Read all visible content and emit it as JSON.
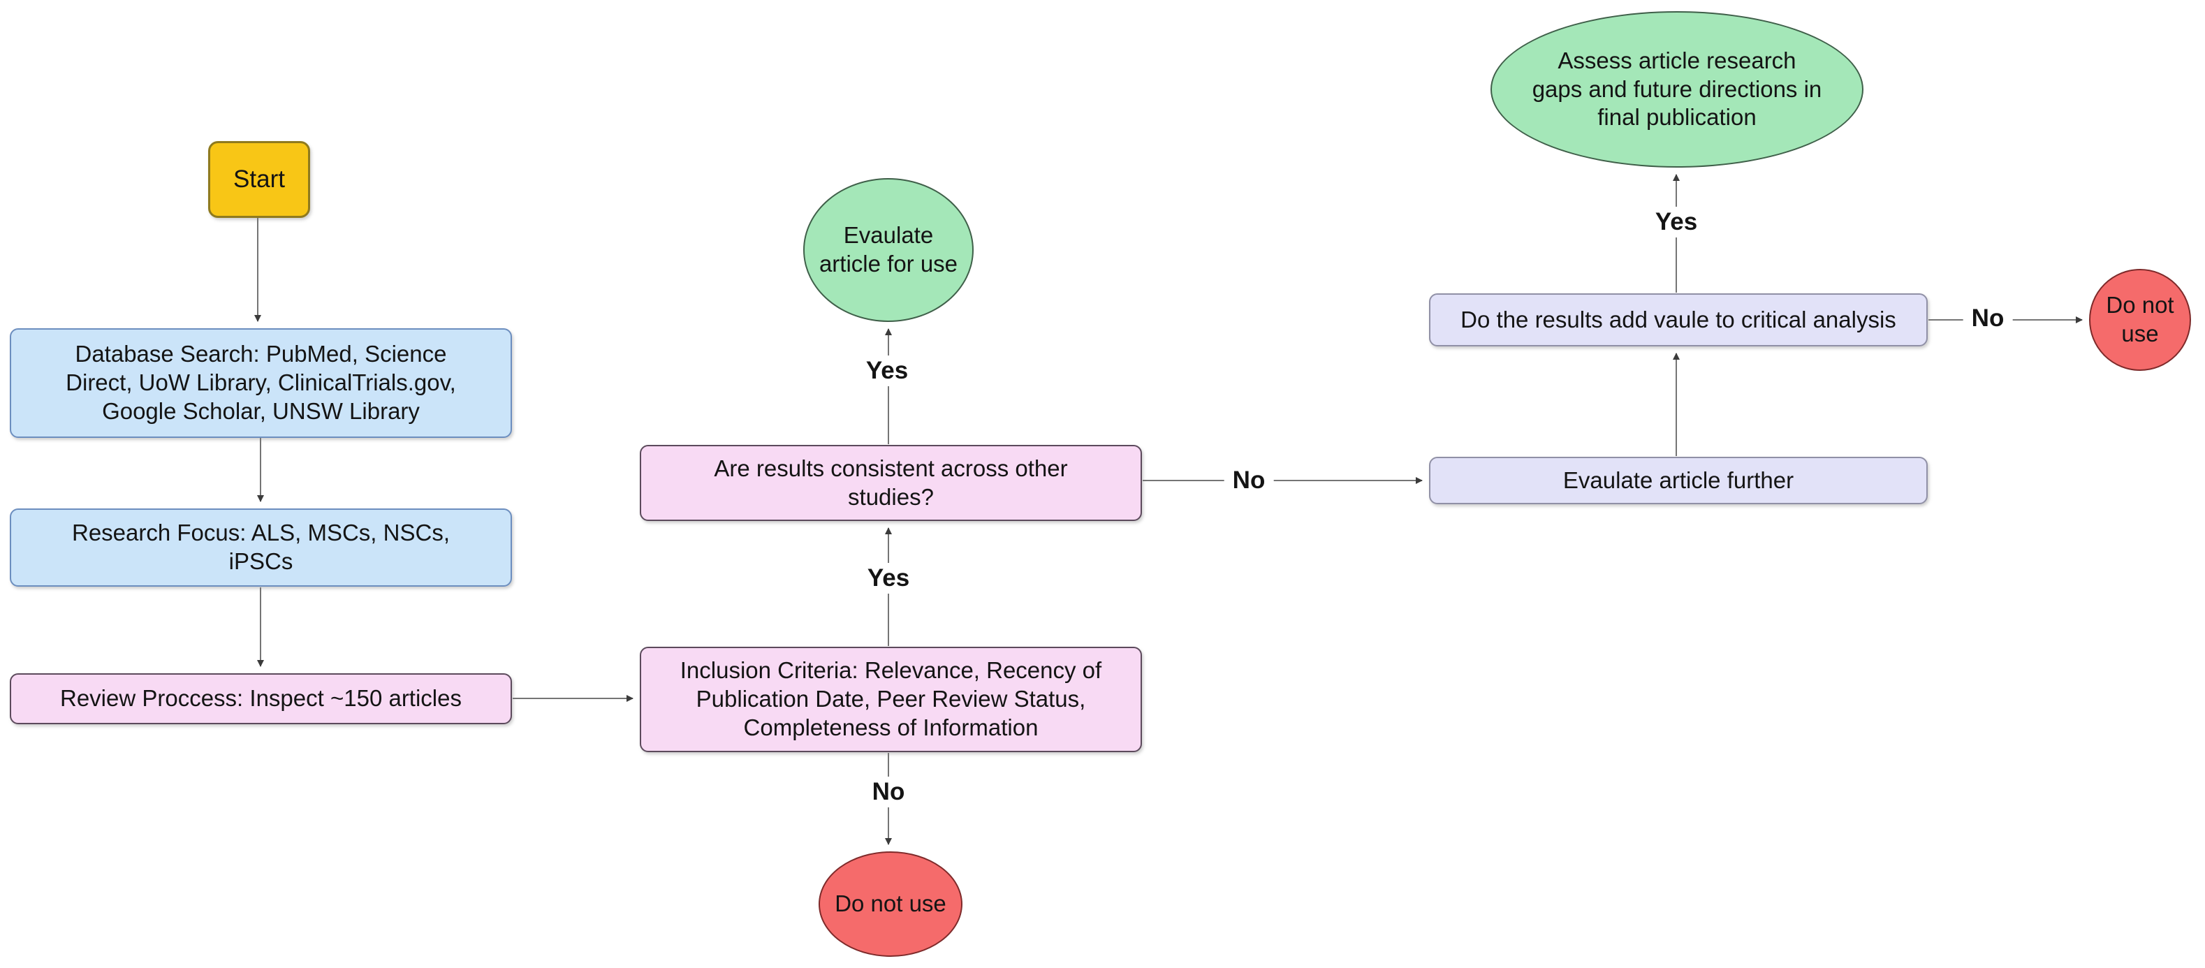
{
  "palette": {
    "start_fill": "#F8C616",
    "start_border": "#8F7A1E",
    "process_blue_fill": "#CBE4F9",
    "process_blue_border": "#6C8EBF",
    "process_pink_fill": "#F8DAF4",
    "process_pink_border": "#5C4A5C",
    "process_lavender_fill": "#E2E2F8",
    "process_lavender_border": "#9090A6",
    "terminal_green_fill": "#A4E7B8",
    "terminal_green_border": "#3F5F49",
    "terminal_red_fill": "#F56B6B",
    "terminal_red_border": "#7E2A2A",
    "arrow_line": "#757575",
    "arrow_head": "#3B3B3B",
    "text": "#141414",
    "background": "#FFFFFF"
  },
  "nodes": {
    "start": {
      "label": "Start"
    },
    "database_search": {
      "label": "Database Search: PubMed, Science\nDirect, UoW Library, ClinicalTrials.gov,\nGoogle Scholar, UNSW Library"
    },
    "research_focus": {
      "label": "Research Focus: ALS, MSCs, NSCs,\niPSCs"
    },
    "review_process": {
      "label": "Review Proccess: Inspect ~150 articles"
    },
    "inclusion_criteria": {
      "label": "Inclusion Criteria: Relevance, Recency of\nPublication Date, Peer Review Status,\nCompleteness of Information"
    },
    "results_consistent": {
      "label": "Are results consistent across other\nstudies?"
    },
    "evaluate_article_use": {
      "label": "Evaulate\narticle for use"
    },
    "do_not_use_bottom": {
      "label": "Do not use"
    },
    "evaluate_further": {
      "label": "Evaulate article further"
    },
    "results_add_value": {
      "label": "Do the results add vaule to critical analysis"
    },
    "assess_gaps": {
      "label": "Assess article research\ngaps and future directions in\nfinal publication"
    },
    "do_not_use_right": {
      "label": "Do not\nuse"
    }
  },
  "edge_labels": {
    "yes_inclusion_to_consistent": "Yes",
    "yes_consistent_to_evaluate_use": "Yes",
    "no_inclusion_to_do_not_use": "No",
    "no_consistent_to_evaluate_further": "No",
    "yes_add_value_to_assess": "Yes",
    "no_add_value_to_do_not_use": "No"
  },
  "edges": [
    {
      "from": "start",
      "to": "database_search",
      "label": ""
    },
    {
      "from": "database_search",
      "to": "research_focus",
      "label": ""
    },
    {
      "from": "research_focus",
      "to": "review_process",
      "label": ""
    },
    {
      "from": "review_process",
      "to": "inclusion_criteria",
      "label": ""
    },
    {
      "from": "inclusion_criteria",
      "to": "results_consistent",
      "label": "Yes"
    },
    {
      "from": "inclusion_criteria",
      "to": "do_not_use_bottom",
      "label": "No"
    },
    {
      "from": "results_consistent",
      "to": "evaluate_article_use",
      "label": "Yes"
    },
    {
      "from": "results_consistent",
      "to": "evaluate_further",
      "label": "No"
    },
    {
      "from": "evaluate_further",
      "to": "results_add_value",
      "label": ""
    },
    {
      "from": "results_add_value",
      "to": "assess_gaps",
      "label": "Yes"
    },
    {
      "from": "results_add_value",
      "to": "do_not_use_right",
      "label": "No"
    }
  ]
}
